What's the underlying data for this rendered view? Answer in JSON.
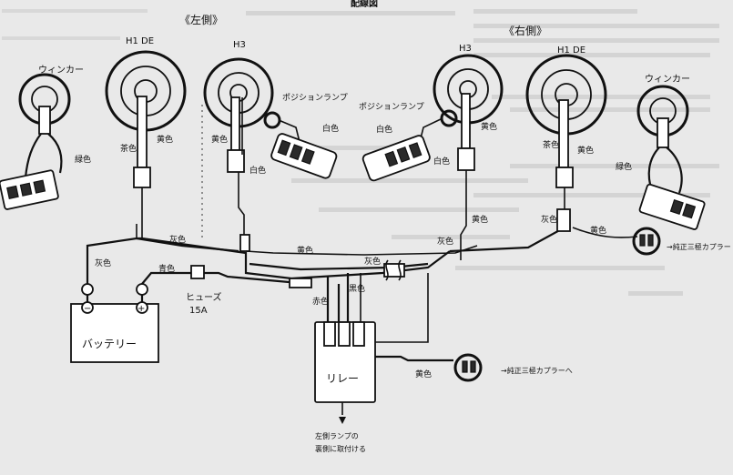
{
  "section_title": "配線図",
  "side_left": "《左側》",
  "side_right": "《右側》",
  "left": {
    "winker": "ウィンカー",
    "h1de": "H1 DE",
    "h3": "H3",
    "position_lamp": "ポジションランプ",
    "c_green": "緑色",
    "c_brown": "茶色",
    "c_yellow": "黄色",
    "c_white": "白色",
    "c_white2": "白色"
  },
  "right": {
    "winker": "ウィンカー",
    "h1de": "H1 DE",
    "h3": "H3",
    "position_lamp": "ポジションランプ",
    "c_green": "緑色",
    "c_brown": "茶色",
    "c_yellow": "黄色",
    "c_white": "白色",
    "c_white2": "白色",
    "c_yellow2": "黄色",
    "c_gray": "灰色",
    "c_yellow3": "黄色"
  },
  "wiring": {
    "gray1": "灰色",
    "gray2": "灰色",
    "gray3": "灰色",
    "gray4": "灰色",
    "yellow1": "黄色",
    "yellow2": "黄色",
    "yellow3": "黄色",
    "blue": "青色",
    "red": "赤色",
    "black": "黒色",
    "fuse": "ヒューズ",
    "fuse_rating": "15A",
    "minus": "−",
    "plus": "+",
    "battery": "バッテリー",
    "relay": "リレー",
    "coupler_right": "→純正三極カプラー",
    "coupler_bottom": "→純正三極カプラーへ",
    "relay_note_1": "左側ランプの",
    "relay_note_2": "裏側に取付ける"
  },
  "colors": {
    "line": "#111111",
    "paper": "#e9e9e9"
  }
}
